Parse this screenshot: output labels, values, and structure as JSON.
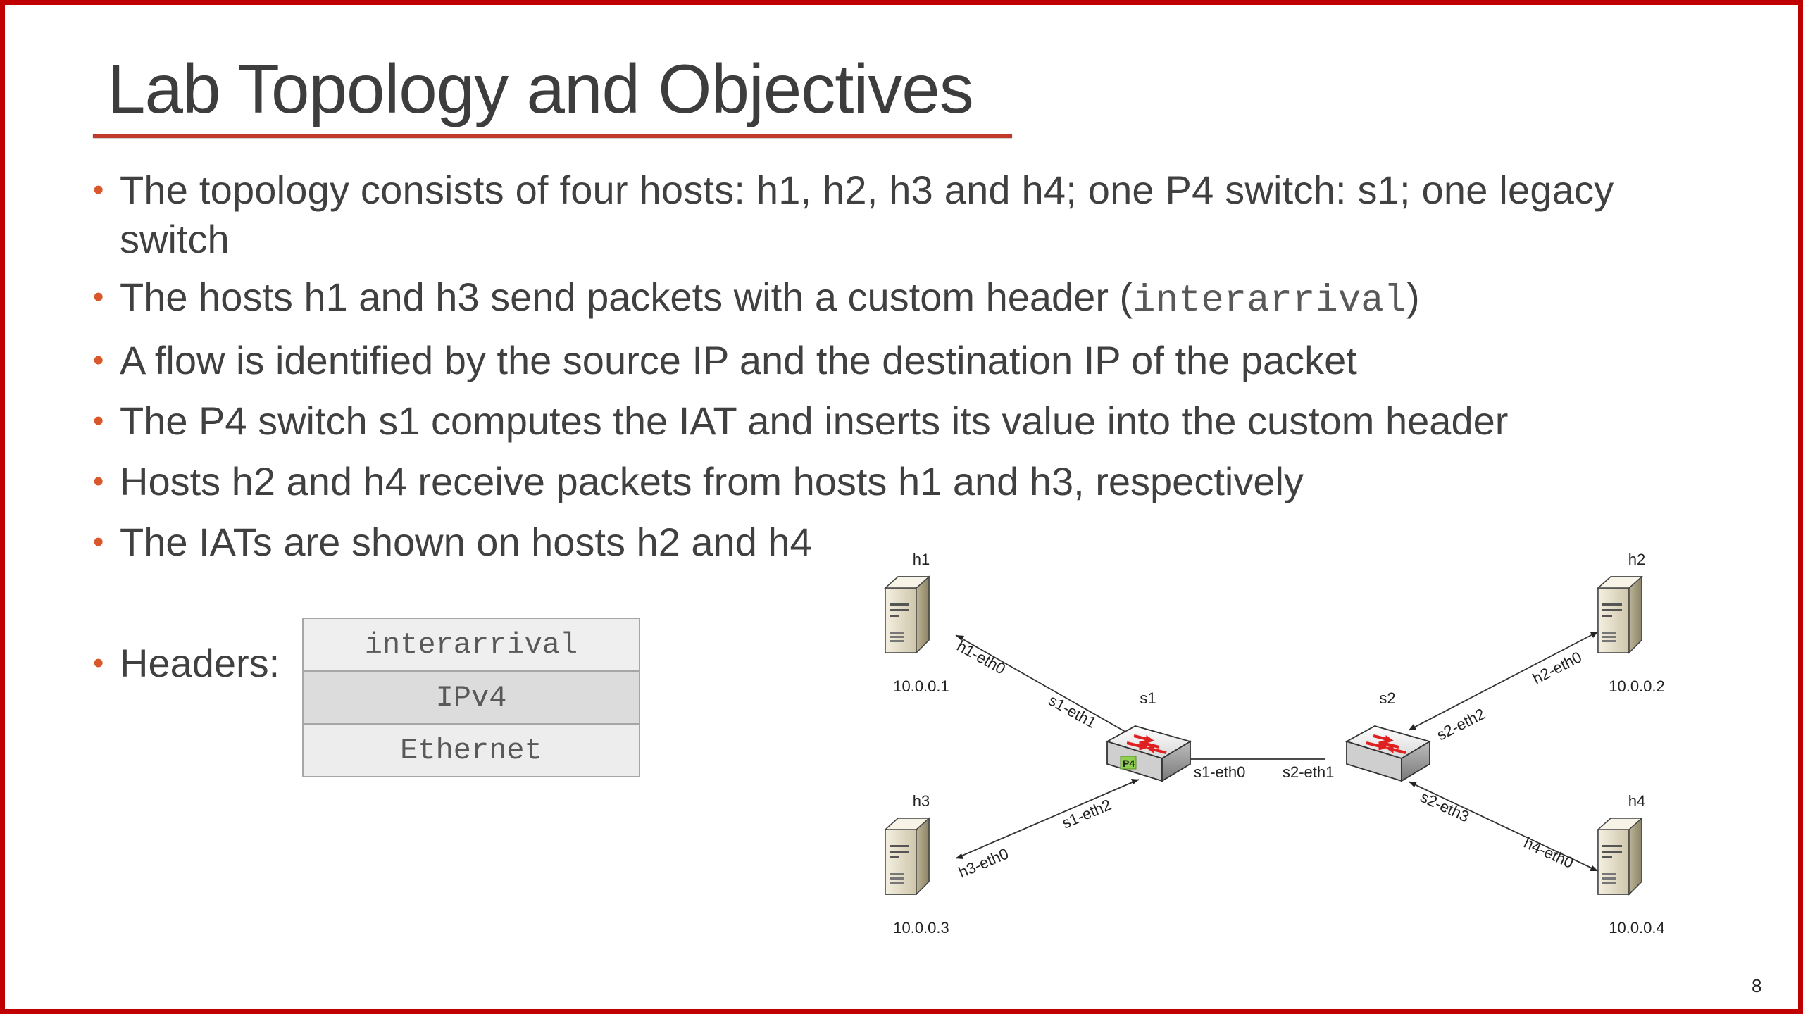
{
  "slide": {
    "title": "Lab Topology and Objectives",
    "page_number": "8"
  },
  "bullets": [
    "The topology consists of four hosts: h1, h2, h3 and h4; one P4 switch: s1; one legacy",
    "switch",
    "The hosts h1 and h3 send packets with a custom header (",
    "interarrival",
    ")",
    "A flow is identified by the source IP and the destination IP of the packet",
    "The P4 switch s1 computes the IAT and inserts its value into the custom header",
    "Hosts h2 and h4 receive packets from hosts h1 and h3, respectively",
    "The IATs are shown on hosts h2 and h4",
    "Headers:"
  ],
  "headers_table": [
    "interarrival",
    "IPv4",
    "Ethernet"
  ],
  "topology": {
    "hosts": [
      {
        "name": "h1",
        "ip": "10.0.0.1"
      },
      {
        "name": "h2",
        "ip": "10.0.0.2"
      },
      {
        "name": "h3",
        "ip": "10.0.0.3"
      },
      {
        "name": "h4",
        "ip": "10.0.0.4"
      }
    ],
    "switches": [
      "s1",
      "s2"
    ],
    "interfaces": {
      "h1_eth0": "h1-eth0",
      "s1_eth1": "s1-eth1",
      "h3_eth0": "h3-eth0",
      "s1_eth2": "s1-eth2",
      "s1_eth0": "s1-eth0",
      "s2_eth1": "s2-eth1",
      "s2_eth2": "s2-eth2",
      "h2_eth0": "h2-eth0",
      "s2_eth3": "s2-eth3",
      "h4_eth0": "h4-eth0"
    },
    "p4_badge": "P4"
  },
  "colors": {
    "frame": "#c00000",
    "title_underline": "#c0392b",
    "bullet": "#d9582b",
    "arrow": "#e02020"
  }
}
